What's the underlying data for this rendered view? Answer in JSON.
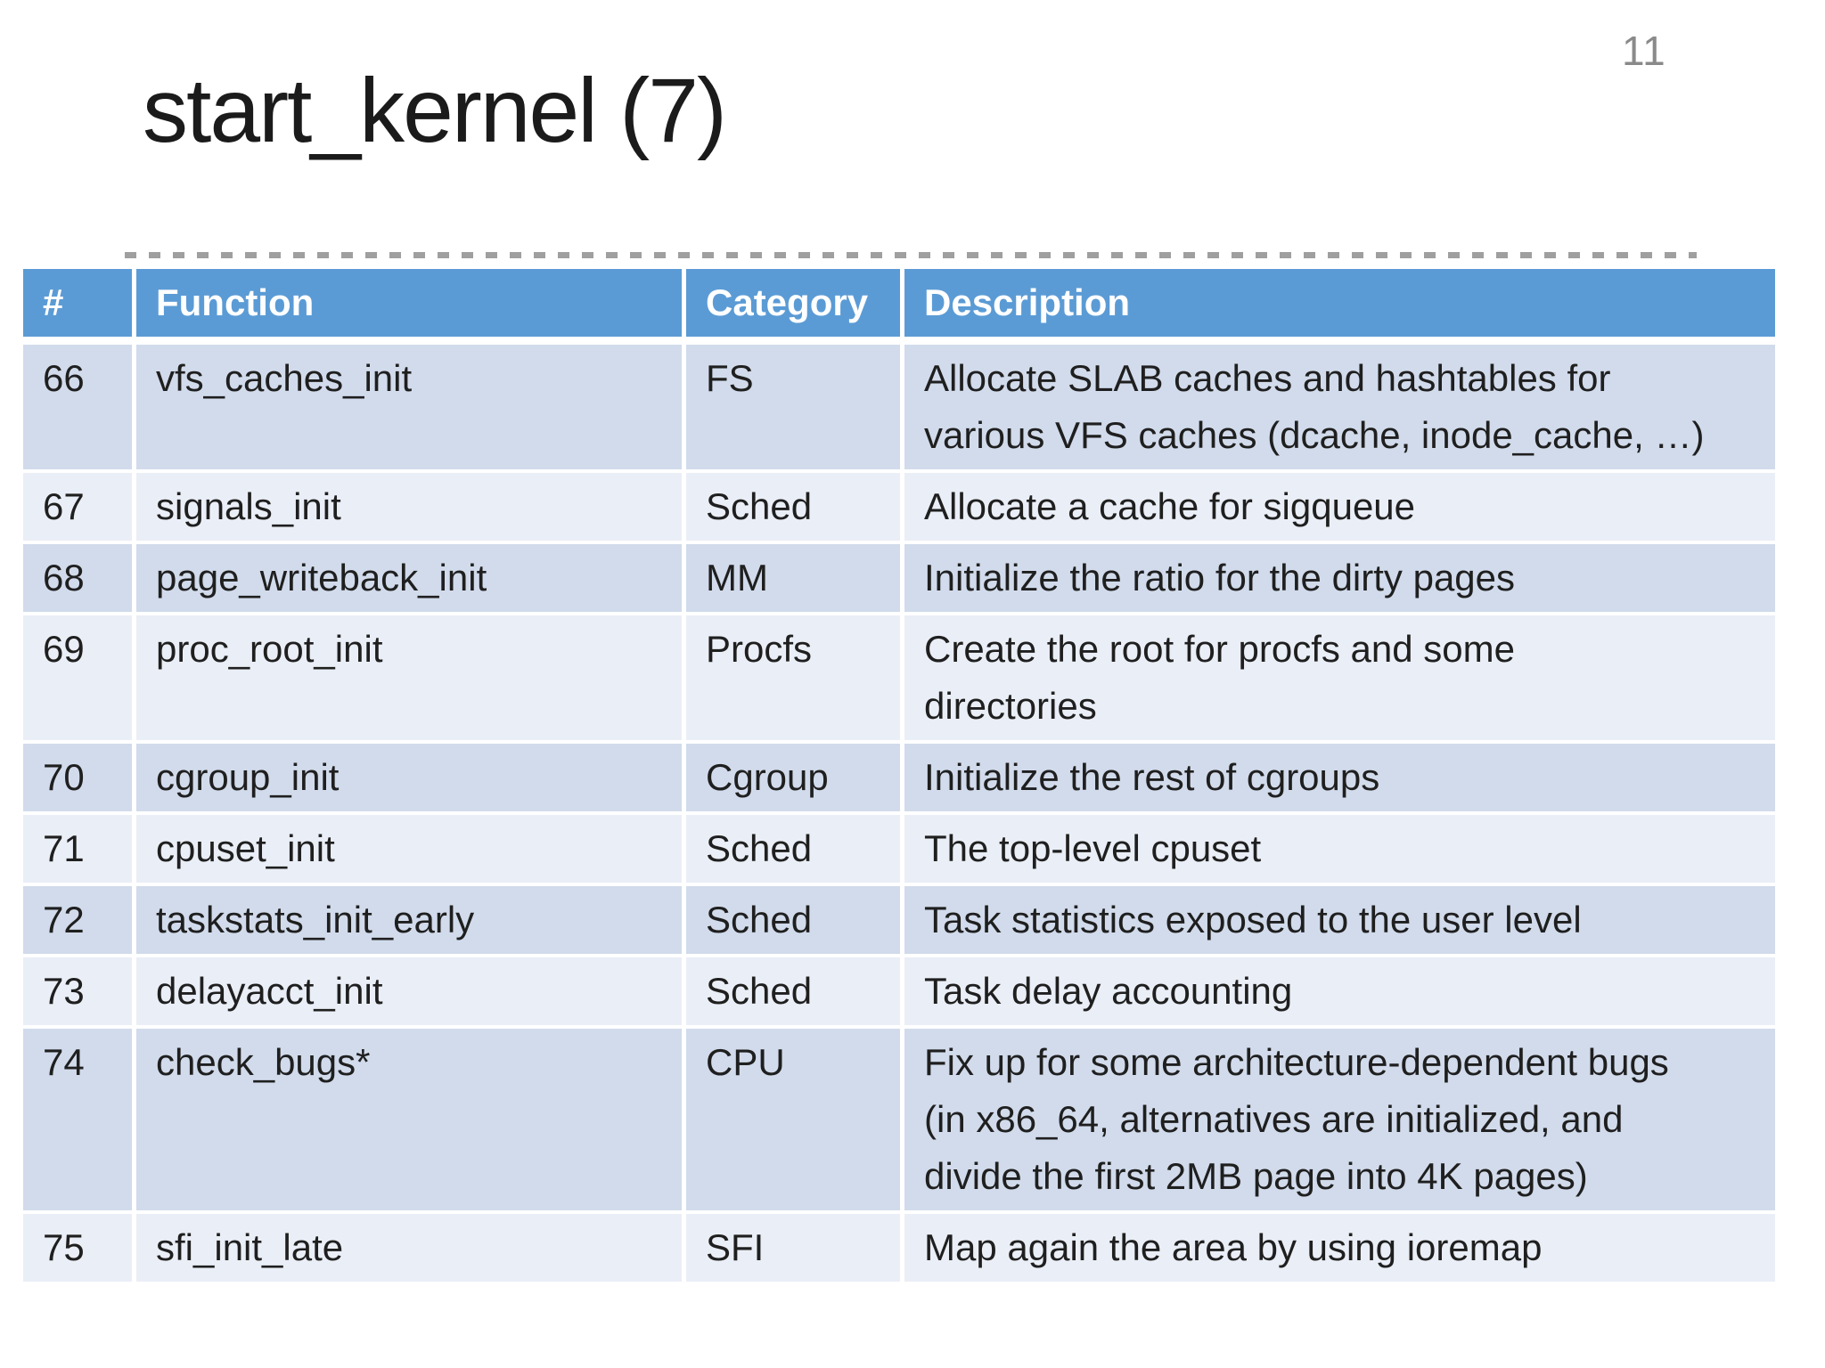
{
  "page": {
    "number": "11"
  },
  "title": "start_kernel (7)",
  "table": {
    "headers": [
      "#",
      "Function",
      "Category",
      "Description"
    ],
    "rows": [
      {
        "num": "66",
        "func": "vfs_caches_init",
        "category": "FS",
        "desc_lines": [
          "Allocate SLAB caches and hashtables for",
          "various VFS caches (dcache, inode_cache, …)"
        ]
      },
      {
        "num": "67",
        "func": "signals_init",
        "category": "Sched",
        "desc_lines": [
          "Allocate a cache for sigqueue"
        ]
      },
      {
        "num": "68",
        "func": "page_writeback_init",
        "category": "MM",
        "desc_lines": [
          "Initialize the ratio for the dirty pages"
        ]
      },
      {
        "num": "69",
        "func": "proc_root_init",
        "category": "Procfs",
        "desc_lines": [
          "Create the root for procfs and some",
          "directories"
        ]
      },
      {
        "num": "70",
        "func": "cgroup_init",
        "category": "Cgroup",
        "desc_lines": [
          "Initialize the rest of cgroups"
        ]
      },
      {
        "num": "71",
        "func": "cpuset_init",
        "category": "Sched",
        "desc_lines": [
          "The top-level cpuset"
        ]
      },
      {
        "num": "72",
        "func": "taskstats_init_early",
        "category": "Sched",
        "desc_lines": [
          "Task statistics exposed to the user level"
        ]
      },
      {
        "num": "73",
        "func": "delayacct_init",
        "category": "Sched",
        "desc_lines": [
          "Task delay accounting"
        ]
      },
      {
        "num": "74",
        "func": "check_bugs*",
        "category": "CPU",
        "desc_lines": [
          "Fix up for some architecture-dependent bugs",
          "(in x86_64, alternatives are initialized, and",
          "divide the first 2MB page into 4K pages)"
        ]
      },
      {
        "num": "75",
        "func": "sfi_init_late",
        "category": "SFI",
        "desc_lines": [
          "Map again the area by using ioremap"
        ]
      }
    ]
  },
  "colors": {
    "header_bg": "#5b9bd5",
    "header_text": "#ffffff",
    "row_dark": "#d1dbeb",
    "row_light": "#eaeef6",
    "text": "#1f1f1f",
    "title": "#1b1b1b",
    "page_number": "#8a8a8a",
    "divider": "#9f9f9f",
    "background": "#ffffff"
  }
}
